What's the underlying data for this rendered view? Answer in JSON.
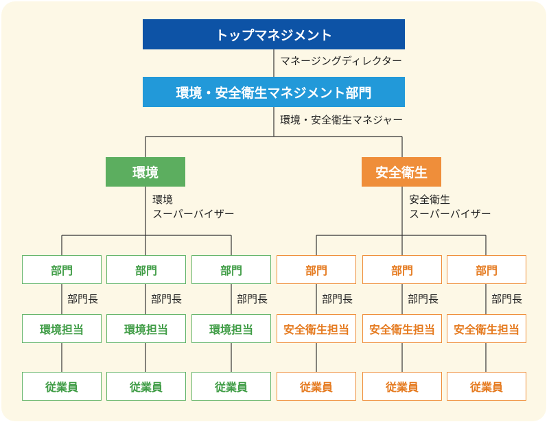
{
  "top": {
    "label": "トップマネジメント",
    "role": "マネージングディレクター"
  },
  "department": {
    "label": "環境・安全衛生マネジメント部門",
    "role": "環境・安全衛生マネジャー"
  },
  "branches": [
    {
      "id": "env",
      "label": "環境",
      "role_line1": "環境",
      "role_line2": "スーパーバイザー",
      "color": "#5cae5f",
      "units": [
        {
          "dept": "部門",
          "head_role": "部門長",
          "officer": "環境担当",
          "staff": "従業員"
        },
        {
          "dept": "部門",
          "head_role": "部門長",
          "officer": "環境担当",
          "staff": "従業員"
        },
        {
          "dept": "部門",
          "head_role": "部門長",
          "officer": "環境担当",
          "staff": "従業員"
        }
      ]
    },
    {
      "id": "safety",
      "label": "安全衛生",
      "role_line1": "安全衛生",
      "role_line2": "スーパーバイザー",
      "color": "#ef8e3a",
      "units": [
        {
          "dept": "部門",
          "head_role": "部門長",
          "officer": "安全衛生担当",
          "staff": "従業員"
        },
        {
          "dept": "部門",
          "head_role": "部門長",
          "officer": "安全衛生担当",
          "staff": "従業員"
        },
        {
          "dept": "部門",
          "head_role": "部門長",
          "officer": "安全衛生担当",
          "staff": "従業員"
        }
      ]
    }
  ],
  "colors": {
    "top": "#0d53a6",
    "department": "#2299d9",
    "environment": "#5cae5f",
    "safety": "#ef8e3a",
    "background": "#fdf8e6",
    "line": "#333333"
  }
}
